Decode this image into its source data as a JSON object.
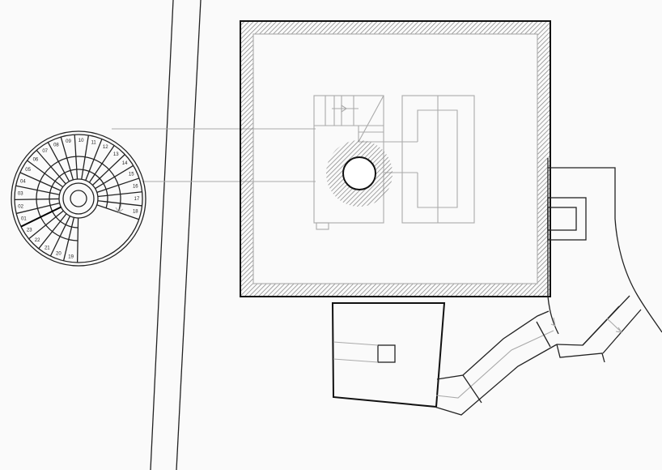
{
  "drawing": {
    "type": "architectural site plan",
    "spiral_stair": {
      "step_labels": [
        "01",
        "02",
        "03",
        "04",
        "05",
        "06",
        "07",
        "08",
        "09",
        "10",
        "11",
        "12",
        "13",
        "14",
        "15",
        "16",
        "17",
        "18",
        "19",
        "20",
        "21",
        "22",
        "23"
      ]
    },
    "colors": {
      "line": "#222222",
      "light_line": "#aaaaaa",
      "hatch": "#777777",
      "background": "#fafafa"
    }
  }
}
